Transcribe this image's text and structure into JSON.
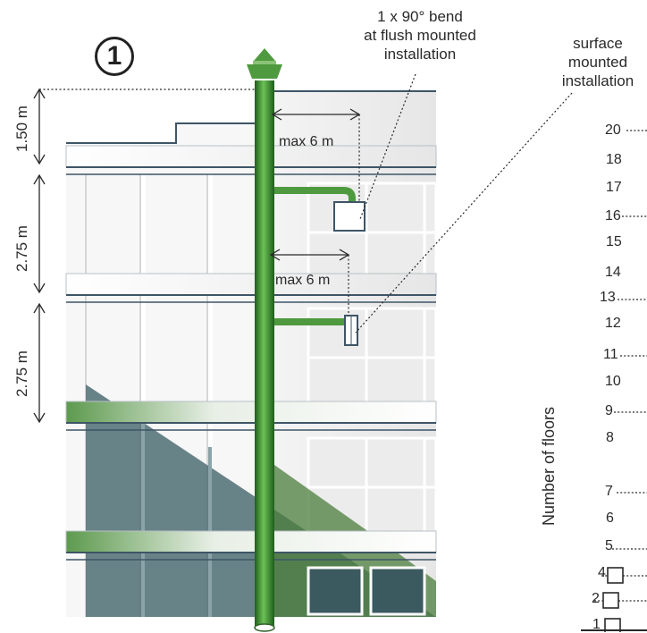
{
  "step_number": "1",
  "callouts": {
    "flush": [
      "1 x 90° bend",
      "at flush mounted",
      "installation"
    ],
    "surface": [
      "surface",
      "mounted",
      "installation"
    ]
  },
  "heights": {
    "top": "1.50 m",
    "middle": "2.75 m",
    "lower": "2.75 m"
  },
  "distances": {
    "upper": "max 6 m",
    "lower": "max 6 m"
  },
  "floors_axis_label": "Number of floors",
  "floors": [
    "20",
    "18",
    "17",
    "16",
    "15",
    "14",
    "13",
    "12",
    "11",
    "10",
    "9",
    "8",
    "7",
    "6",
    "5",
    "4",
    "2",
    "1"
  ],
  "colors": {
    "pipe": "#2f7d2a",
    "pipe_light": "#5db04a",
    "glass_dark": "#3f5f66",
    "facade_line": "#3e5566"
  }
}
